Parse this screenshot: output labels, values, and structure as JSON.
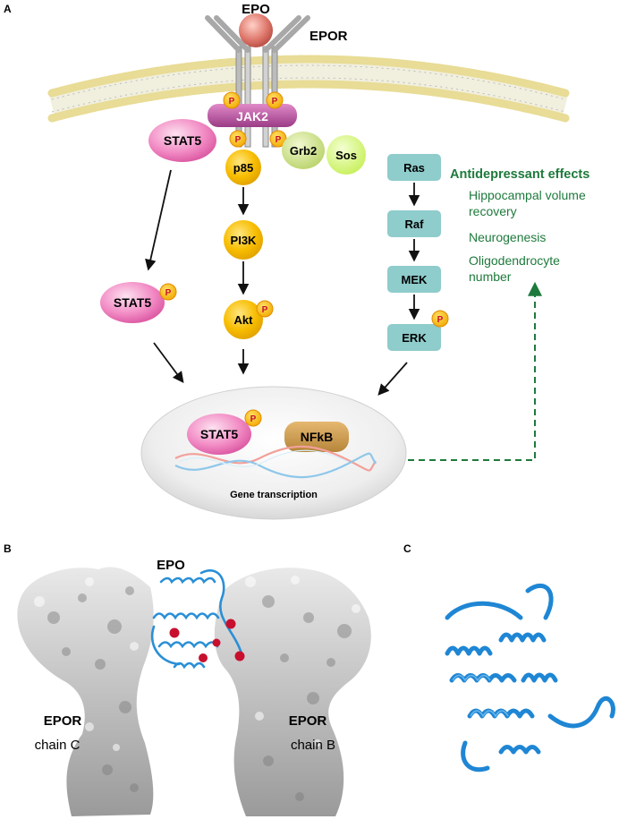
{
  "panels": {
    "a": "A",
    "b": "B",
    "c": "C"
  },
  "receptor": {
    "ligand": "EPO",
    "receptor": "EPOR",
    "kinase": "JAK2",
    "phospho": "P"
  },
  "pathway": {
    "stat5": "STAT5",
    "p85": "p85",
    "pi3k": "PI3K",
    "akt": "Akt",
    "grb2": "Grb2",
    "sos": "Sos",
    "ras": "Ras",
    "raf": "Raf",
    "mek": "MEK",
    "erk": "ERK"
  },
  "nucleus": {
    "stat5": "STAT5",
    "nfkb": "NFkB",
    "caption": "Gene transcription"
  },
  "effects": {
    "title": "Antidepressant effects",
    "item1_line1": "Hippocampal volume",
    "item1_line2": "recovery",
    "item2": "Neurogenesis",
    "item3_line1": "Oligodendrocyte",
    "item3_line2": "number"
  },
  "structure": {
    "epo": "EPO",
    "left_name": "EPOR",
    "left_chain": "chain C",
    "right_name": "EPOR",
    "right_chain": "chain B"
  },
  "colors": {
    "effects_green": "#1e7a3c",
    "stat5_pink": "#e46fb4",
    "pi3k_yellow": "#f6b800",
    "mapk_teal": "#8fcccc",
    "jak2_magenta": "#b54f9a",
    "helix_blue": "#2a8fd6"
  }
}
